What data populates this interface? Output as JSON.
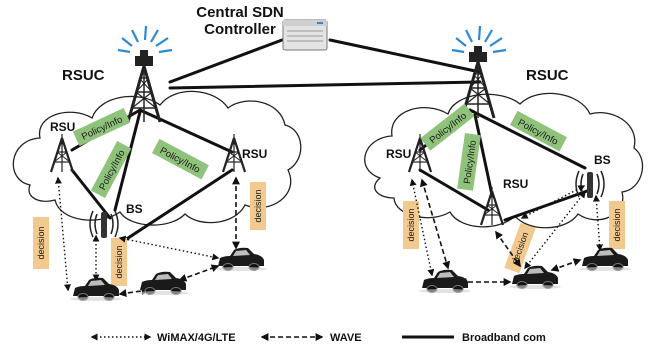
{
  "controller": {
    "line1": "Central SDN",
    "line2": "Controller"
  },
  "left": {
    "rsuc": "RSUC",
    "rsu_left": "RSU",
    "rsu_right": "RSU",
    "bs": "BS",
    "policy_1": "Policy/Info",
    "policy_2": "Policy/Info",
    "policy_3": "Policy/Info",
    "decision_1": "decision",
    "decision_2": "decision",
    "decision_3": "decision"
  },
  "right": {
    "rsuc": "RSUC",
    "rsu_left": "RSU",
    "rsu_mid": "RSU",
    "bs": "BS",
    "policy_1": "Policy/Info",
    "policy_2": "Policy/Info",
    "policy_3": "Policy/Info",
    "decision_1": "decision",
    "decision_2": "decision",
    "decision_3": "decision"
  },
  "legend": {
    "wimax": "WiMAX/4G/LTE",
    "wave": "WAVE",
    "broadband": "Broadband com"
  },
  "colors": {
    "policy_fill": "#8fc27a",
    "decision_fill": "#f2c98f",
    "cloud_stroke": "#222222",
    "signal_blue": "#2b8ad6",
    "tower": "#222222"
  }
}
